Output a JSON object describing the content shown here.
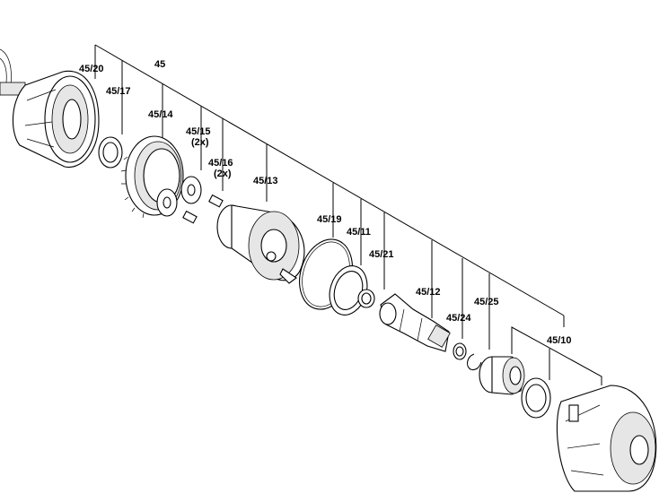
{
  "diagram": {
    "labels": {
      "l45": "45",
      "l45_20": "45/20",
      "l45_17": "45/17",
      "l45_14": "45/14",
      "l45_15": "45/15",
      "l45_15q": "(2x)",
      "l45_16": "45/16",
      "l45_16q": "(2x)",
      "l45_13": "45/13",
      "l45_19": "45/19",
      "l45_11": "45/11",
      "l45_21": "45/21",
      "l45_12": "45/12",
      "l45_24": "45/24",
      "l45_25": "45/25",
      "l45_10": "45/10"
    }
  }
}
